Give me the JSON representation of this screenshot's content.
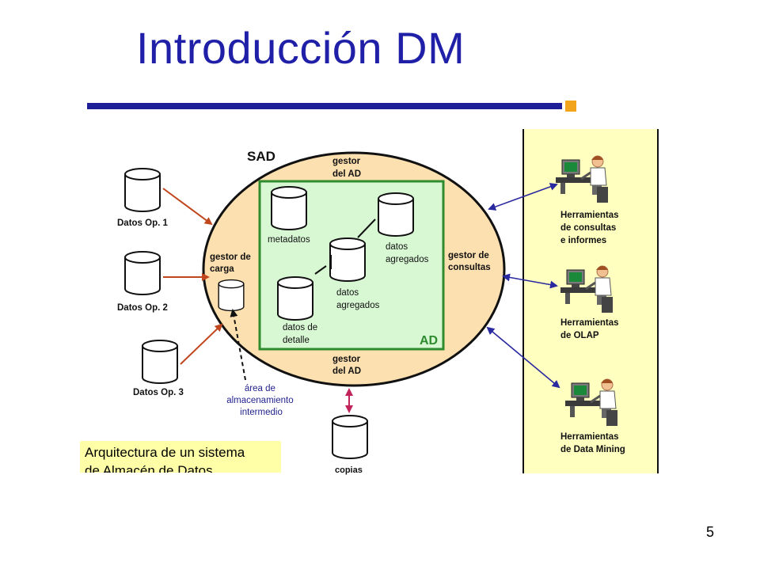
{
  "slide": {
    "title": "Introducción DM",
    "page_number": "5"
  },
  "colors": {
    "title": "#1f1fa8",
    "rule": "#1f1f99",
    "accent_square": "#f2a41c",
    "sad_ellipse": "#fde0b0",
    "ad_box_fill": "#d8f8d4",
    "ad_box_border": "#2e8b2e",
    "tools_panel": "#ffffc0",
    "arrow_red": "#c0461e",
    "arrow_blue": "#2a2aa0",
    "arrow_magenta": "#c0245a",
    "dashed_label": "#23238f",
    "caption_bg": "#ffffa8"
  },
  "diagram": {
    "sad_label": "SAD",
    "ad_label": "AD",
    "sources": [
      {
        "label": "Datos Op. 1"
      },
      {
        "label": "Datos Op. 2"
      },
      {
        "label": "Datos Op. 3"
      }
    ],
    "gestor_carga": [
      "gestor de",
      "carga"
    ],
    "gestor_ad_top": [
      "gestor",
      "del AD"
    ],
    "gestor_ad_bottom": [
      "gestor",
      "del AD"
    ],
    "gestor_consultas": [
      "gestor de",
      "consultas"
    ],
    "stores": {
      "metadatos": "metadatos",
      "agregados_top": [
        "datos",
        "agregados"
      ],
      "agregados_mid": [
        "datos",
        "agregados"
      ],
      "detalle": [
        "datos de",
        "detalle"
      ]
    },
    "staging_area": [
      "área de",
      "almacenamiento",
      "intermedio"
    ],
    "copias": "copias",
    "tools": [
      {
        "lines": [
          "Herramientas",
          "de consultas",
          "e informes"
        ]
      },
      {
        "lines": [
          "Herramientas",
          "de OLAP"
        ]
      },
      {
        "lines": [
          "Herramientas",
          "de Data Mining"
        ]
      }
    ],
    "caption": "Arquitectura de un sistema\nde Almacén de Datos"
  }
}
